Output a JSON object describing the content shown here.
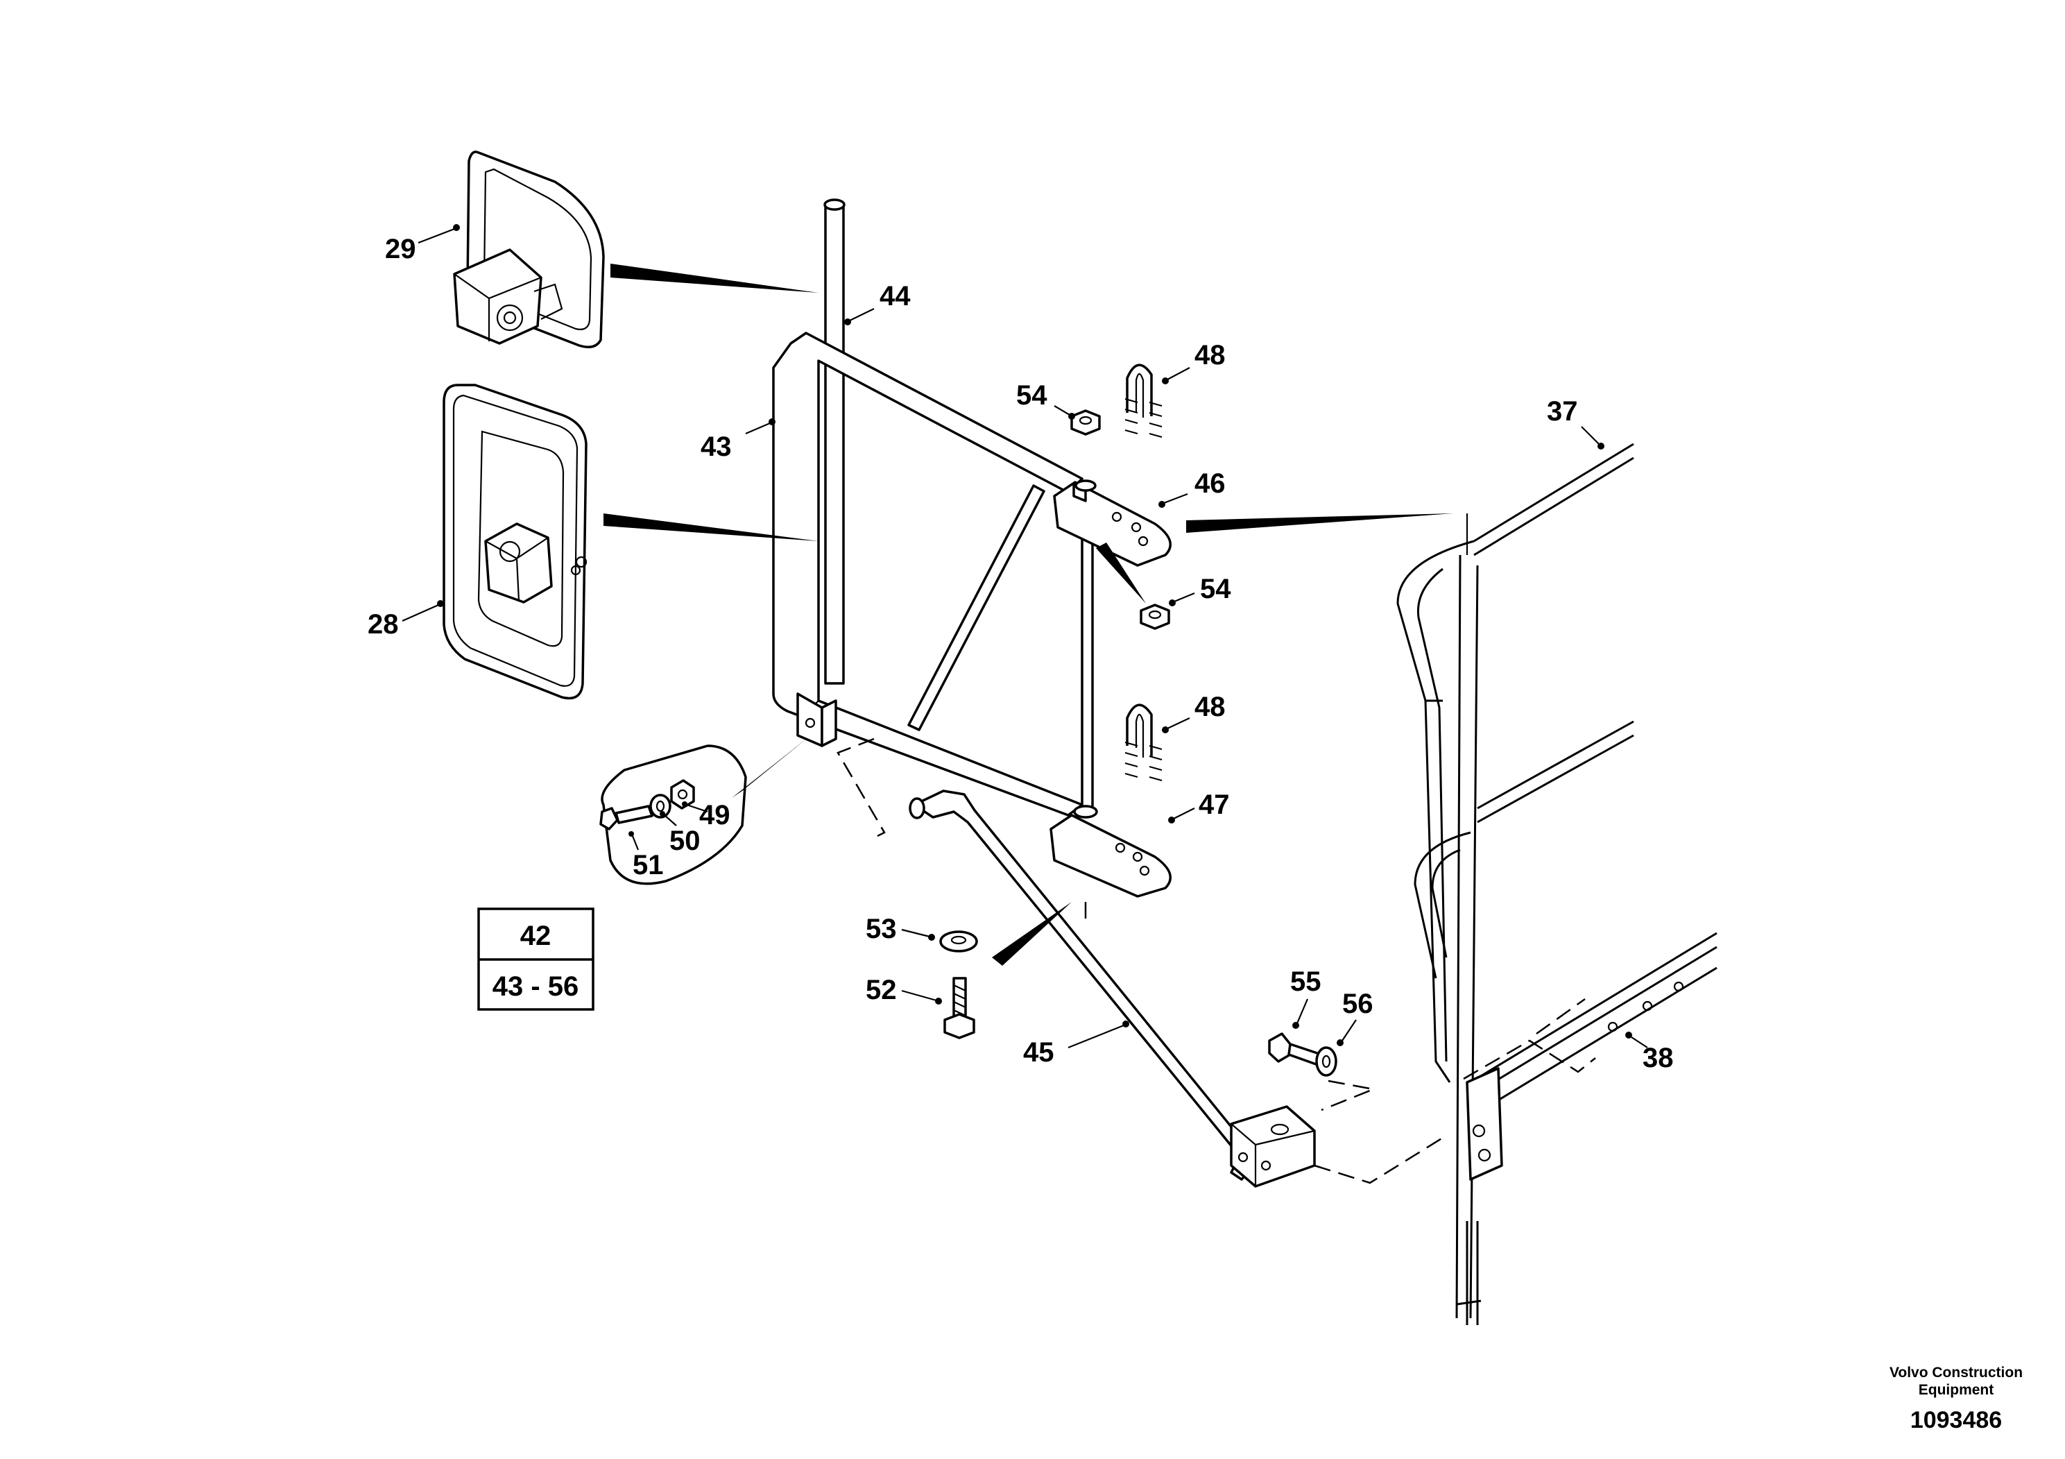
{
  "callouts": {
    "c28": "28",
    "c29": "29",
    "c37": "37",
    "c38": "38",
    "c43": "43",
    "c44": "44",
    "c45": "45",
    "c46": "46",
    "c47": "47",
    "c48a": "48",
    "c48b": "48",
    "c49": "49",
    "c50": "50",
    "c51": "51",
    "c52": "52",
    "c53": "53",
    "c54a": "54",
    "c54b": "54",
    "c55": "55",
    "c56": "56"
  },
  "kit_box": {
    "top": "42",
    "bottom": "43 - 56"
  },
  "footer": {
    "company_line1": "Volvo Construction",
    "company_line2": "Equipment",
    "drawing_number": "1093486"
  }
}
